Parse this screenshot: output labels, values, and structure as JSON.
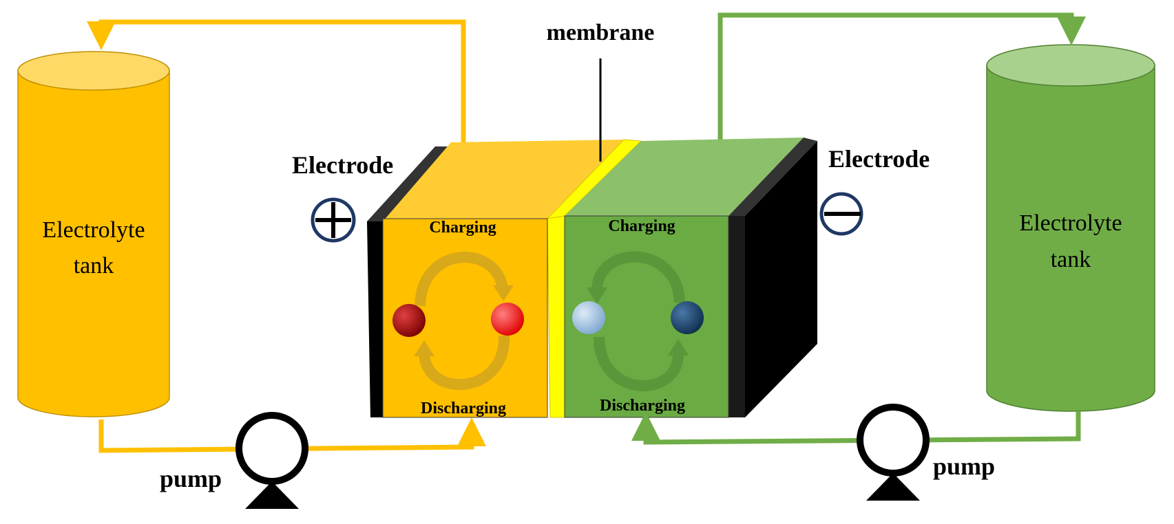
{
  "labels": {
    "membrane": "membrane",
    "electrode_left": "Electrode",
    "electrode_right": "Electrode",
    "tank_left_line1": "Electrolyte",
    "tank_left_line2": "tank",
    "tank_right_line1": "Electrolyte",
    "tank_right_line2": "tank",
    "pump_left": "pump",
    "pump_right": "pump",
    "charging_left": "Charging",
    "charging_right": "Charging",
    "discharging_left": "Discharging",
    "discharging_right": "Discharging"
  },
  "symbols": {
    "positive_terminal": "plus-in-circle",
    "negative_terminal": "minus-in-circle"
  },
  "colors": {
    "positive_electrolyte": "#FFC000",
    "negative_electrolyte": "#70AD47",
    "membrane": "#FFFF00",
    "electrode": "#000000",
    "pipe_positive": "#FFC000",
    "pipe_negative": "#70AD47",
    "ion_dark_red": "#A50000",
    "ion_red": "#FF0000",
    "ion_light_blue": "#9DC3E6",
    "ion_dark_blue": "#1F4E79",
    "terminal_outline": "#1F3864"
  }
}
